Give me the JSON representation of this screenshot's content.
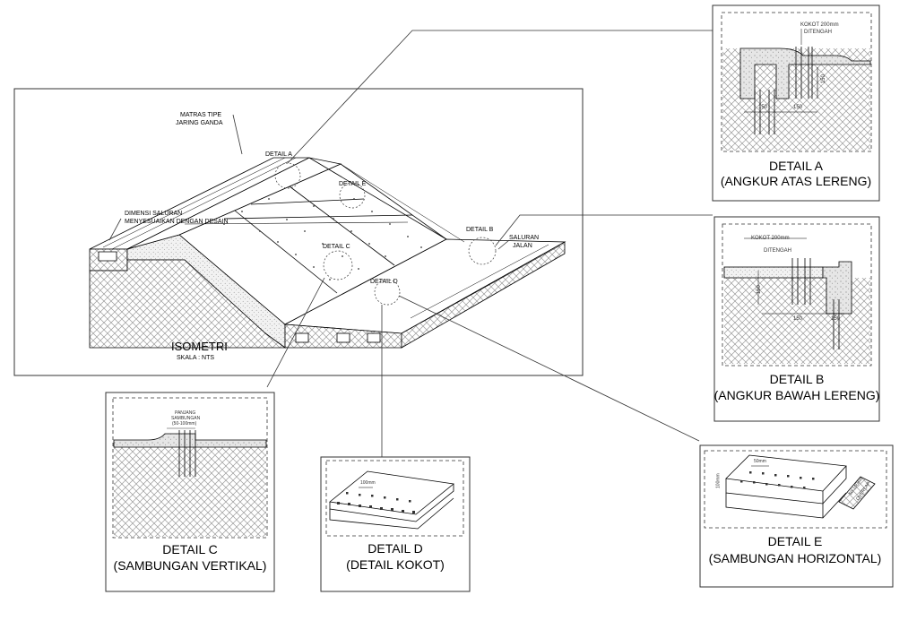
{
  "isometric": {
    "title": "ISOMETRI",
    "scale": "SKALA : NTS",
    "labels": {
      "matras_1": "MATRAS TIPE",
      "matras_2": "JARING GANDA",
      "dimensi_1": "DIMENSI SALURAN",
      "dimensi_2": "MENYESUAIKAN DENGAN DESAIN",
      "saluran_1": "SALURAN",
      "saluran_2": "JALAN",
      "detail_a": "DETAIL A",
      "detail_b": "DETAIL B",
      "detail_c": "DETAIL C",
      "detail_d": "DETAIL D",
      "detail_e": "DETAIL E"
    }
  },
  "detail_a": {
    "title": "DETAIL A",
    "subtitle": "(ANGKUR ATAS LERENG)",
    "note_1": "KOKOT 200mm",
    "note_2": "DITENGAH",
    "dim_left": "150",
    "dim_right": "150",
    "dim_vertical": "150"
  },
  "detail_b": {
    "title": "DETAIL  B",
    "subtitle": "(ANGKUR BAWAH LERENG)",
    "note_1": "KOKOT 200mm",
    "note_2": "DITENGAH",
    "dim_left": "150",
    "dim_right": "150",
    "dim_vertical": "150"
  },
  "detail_c": {
    "title": "DETAIL C",
    "subtitle": "(SAMBUNGAN VERTIKAL)",
    "note_1": "PANJANG",
    "note_2": "SAMBUNGAN",
    "note_3": "(50-100mm)"
  },
  "detail_d": {
    "title": "DETAIL D",
    "subtitle": "(DETAIL KOKOT)",
    "note": "100mm"
  },
  "detail_e": {
    "title": "DETAIL E",
    "subtitle": "(SAMBUNGAN HORIZONTAL)",
    "note_top": "50mm",
    "note_side": "100mm",
    "note_right_1": "50-100mm",
    "note_right_2": "OVERLAP"
  },
  "colors": {
    "line": "#000000",
    "hatch": "#9a9a9a",
    "concrete": "#e6e6e6",
    "border": "#333333"
  }
}
